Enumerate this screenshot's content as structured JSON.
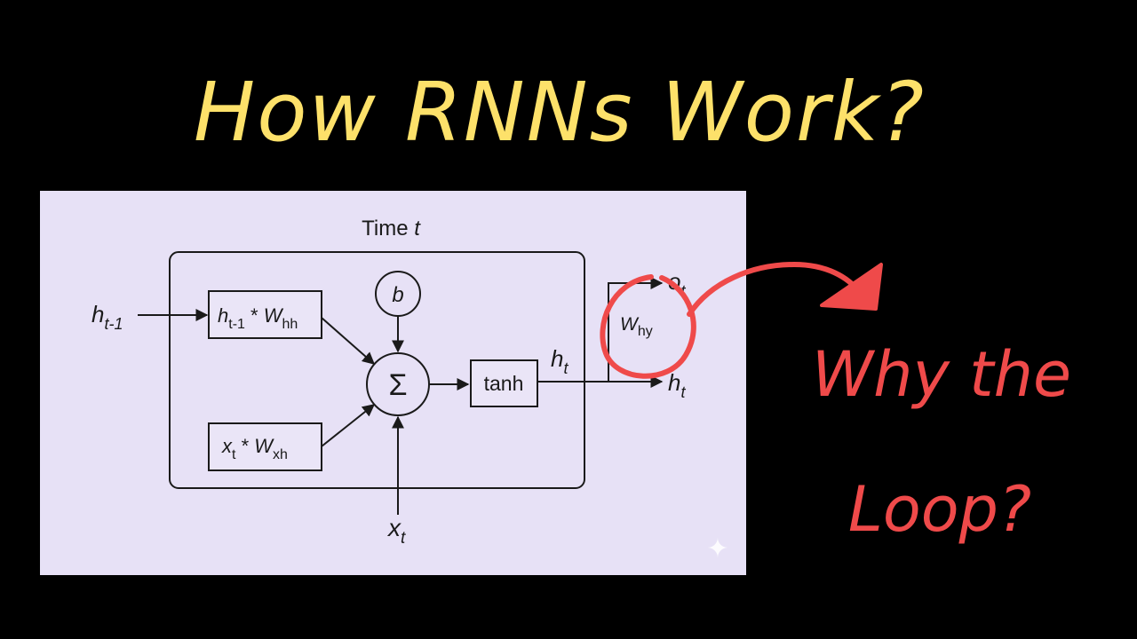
{
  "title": "How RNNs Work?",
  "callout": {
    "line1": "Why the",
    "line2": "Loop?"
  },
  "diagram": {
    "header": {
      "prefix": "Time ",
      "variable": "t"
    },
    "input_prev_hidden": {
      "base": "h",
      "sub": "t-1"
    },
    "box_prev_term": {
      "base": "h",
      "sub": "t-1",
      "op": " * ",
      "weight": "W",
      "weight_sub": "hh"
    },
    "box_input_term": {
      "base": "x",
      "sub": "t",
      "op": " * ",
      "weight": "W",
      "weight_sub": "xh"
    },
    "bias": "b",
    "sum_symbol": "Σ",
    "activation": "tanh",
    "hidden_out_inner": {
      "base": "h",
      "sub": "t"
    },
    "output_weight": {
      "base": "W",
      "sub": "hy"
    },
    "output": {
      "base": "o",
      "sub": "t"
    },
    "hidden_out": {
      "base": "h",
      "sub": "t"
    },
    "input_x": {
      "base": "x",
      "sub": "t"
    },
    "sparkle": "✦"
  },
  "colors": {
    "background": "#000000",
    "title": "#fde16a",
    "callout": "#ef4a4a",
    "panel": "#e7e1f6",
    "ink": "#1a1a1a"
  }
}
